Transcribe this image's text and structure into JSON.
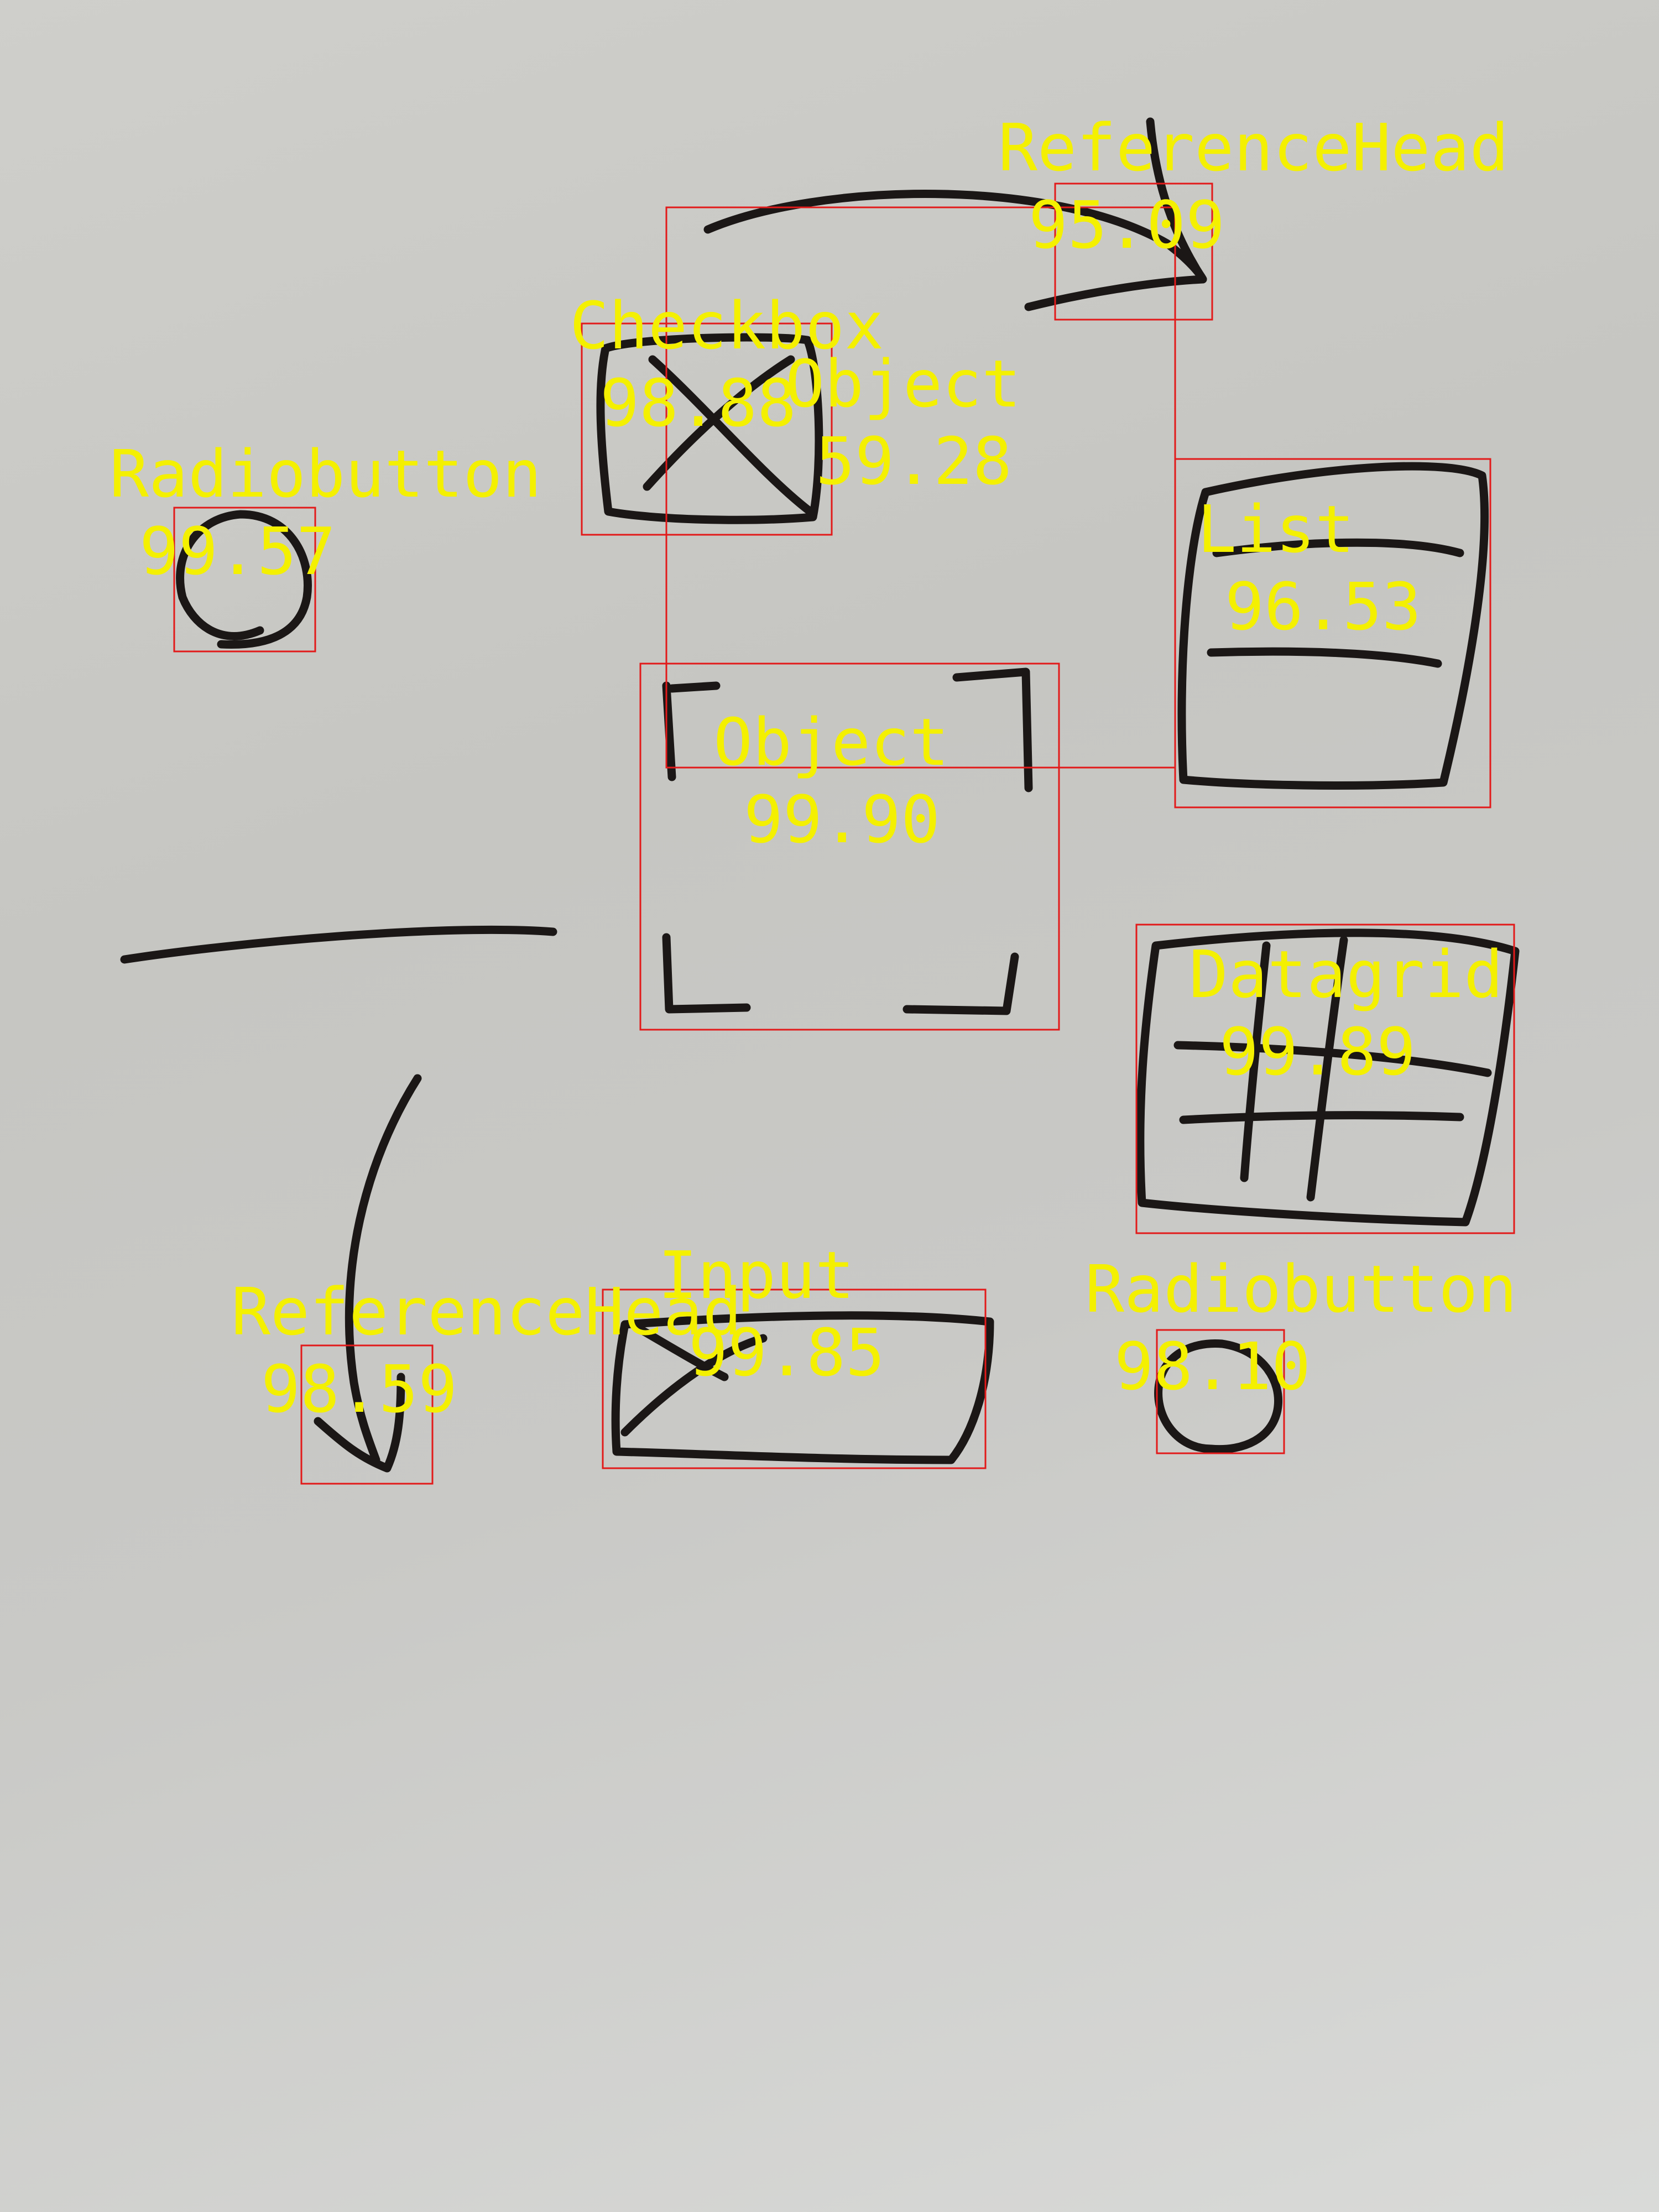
{
  "detections": [
    {
      "label": "ReferenceHead",
      "score": "95.09"
    },
    {
      "label": "Checkbox",
      "score": "98.88"
    },
    {
      "label": "Object",
      "score": "59.28"
    },
    {
      "label": "Radiobutton",
      "score": "99.57"
    },
    {
      "label": "List",
      "score": "96.53"
    },
    {
      "label": "Object",
      "score": "99.90"
    },
    {
      "label": "Datagrid",
      "score": "99.89"
    },
    {
      "label": "Input",
      "score": "99.85"
    },
    {
      "label": "ReferenceHead",
      "score": "98.59"
    },
    {
      "label": "Radiobutton",
      "score": "98.10"
    }
  ],
  "colors": {
    "box": "#e21a1a",
    "label": "#f4f000",
    "ink": "#1b1716"
  }
}
